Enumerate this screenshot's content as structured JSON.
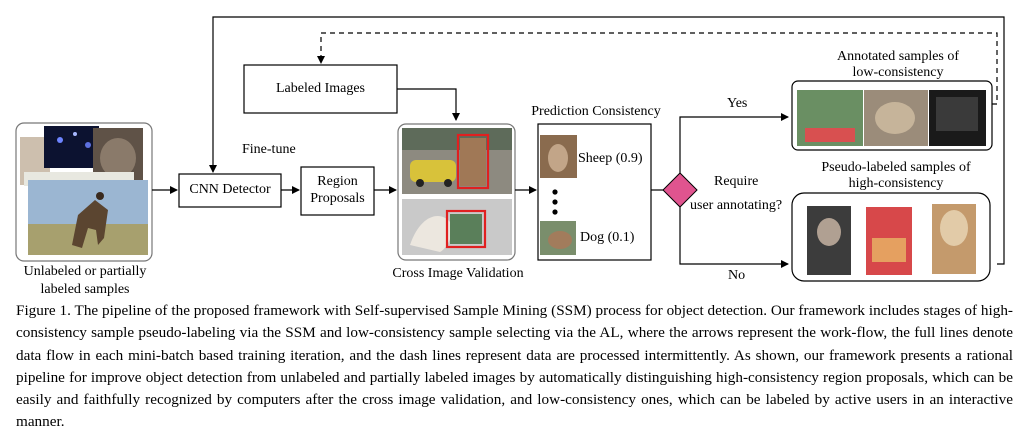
{
  "figure": {
    "labels": {
      "unlabeled_line1": "Unlabeled or partially",
      "unlabeled_line2": "labeled samples",
      "cnn_detector": "CNN Detector",
      "fine_tune": "Fine-tune",
      "region_proposals_line1": "Region",
      "region_proposals_line2": "Proposals",
      "labeled_images": "Labeled Images",
      "cross_image_validation": "Cross Image Validation",
      "prediction_consistency": "Prediction Consistency",
      "sheep_score": "Sheep (0.9)",
      "dog_score": "Dog (0.1)",
      "require": "Require",
      "user_annotating": "user annotating?",
      "yes": "Yes",
      "no": "No",
      "annotated_line1": "Annotated samples of",
      "annotated_line2": "low-consistency",
      "pseudo_line1": "Pseudo-labeled samples of",
      "pseudo_line2": "high-consistency"
    },
    "colors": {
      "decision_diamond": "#e0548f",
      "detection_box": "#e02020"
    }
  },
  "caption": {
    "label": "Figure 1.",
    "text": "The pipeline of the proposed framework with Self-supervised Sample Mining (SSM) process for object detection. Our framework includes stages of high-consistency sample pseudo-labeling via the SSM and low-consistency sample selecting via the AL, where the arrows represent the work-flow, the full lines denote data flow in each mini-batch based training iteration, and the dash lines represent data are processed intermittently. As shown, our framework presents a rational pipeline for improve object detection from unlabeled and partially labeled images by automatically distinguishing high-consistency region proposals, which can be easily and faithfully recognized by computers after the cross image validation, and low-consistency ones, which can be labeled by active users in an interactive manner."
  }
}
